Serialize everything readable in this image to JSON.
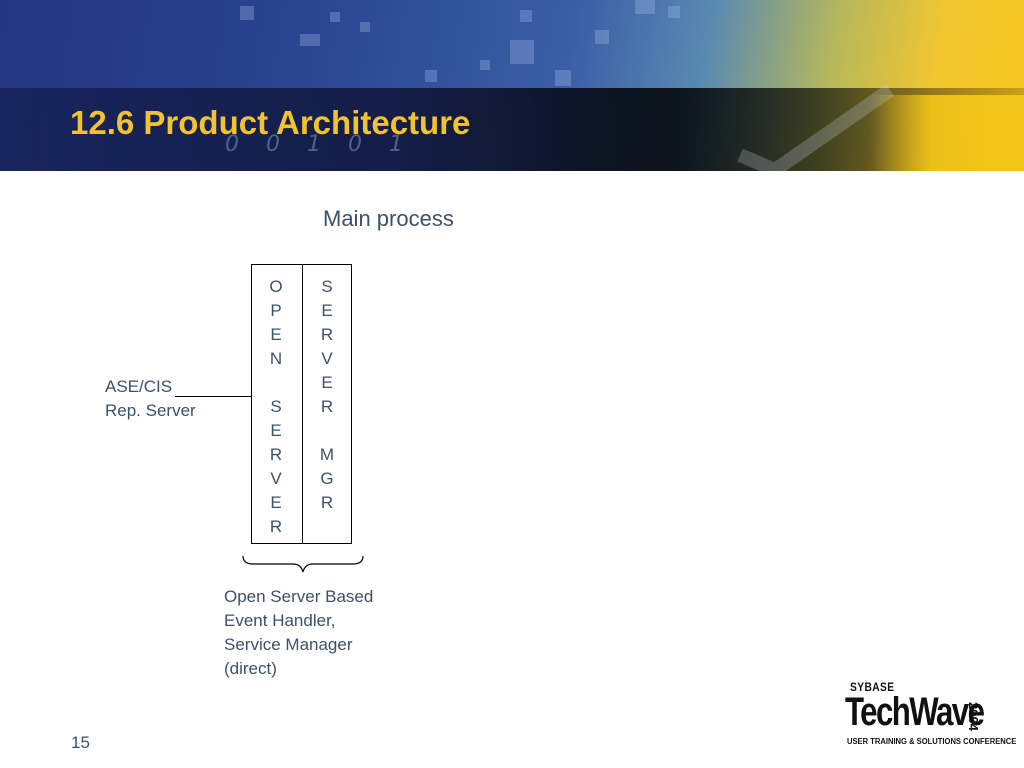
{
  "slide": {
    "title": "12.6 Product Architecture",
    "page_number": "15"
  },
  "banner": {
    "decorative_digits": "0 0 1 0 1",
    "colors": {
      "title": "#f2c230",
      "blue": "#2a4592",
      "yellow": "#f5c518"
    }
  },
  "diagram": {
    "main_process_label": "Main process",
    "open_server_letters": [
      "O",
      "P",
      "E",
      "N",
      "",
      "S",
      "E",
      "R",
      "V",
      "E",
      "R"
    ],
    "server_mgr_letters": [
      "S",
      "E",
      "R",
      "V",
      "E",
      "R",
      "",
      "M",
      "G",
      "R"
    ],
    "client_label_line1": "ASE/CIS",
    "client_label_line2": "Rep. Server",
    "note_lines": [
      "Open Server  Based",
      "Event Handler,",
      "Service Manager",
      "(direct)"
    ],
    "text_color": "#3d5168"
  },
  "logo": {
    "brand": "SYBASE",
    "product": "TechWave",
    "year": "2004",
    "subtitle": "USER TRAINING & SOLUTIONS CONFERENCE"
  }
}
